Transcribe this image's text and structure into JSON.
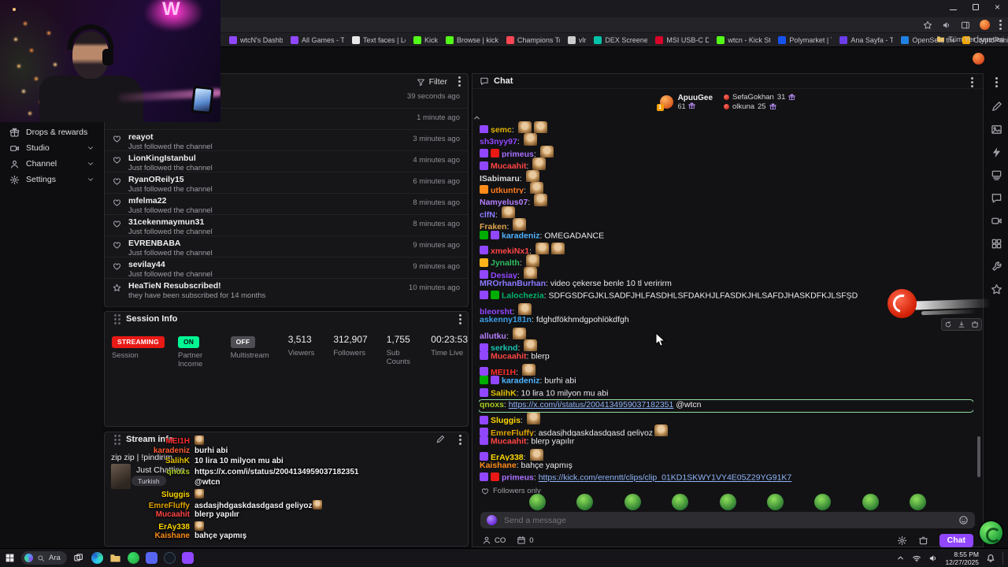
{
  "browser": {
    "bookmarks": {
      "items": [
        {
          "label": "wtcN's Dashboard",
          "color": "#9147ff"
        },
        {
          "label": "All Games - Twitch",
          "color": "#9147ff"
        },
        {
          "label": "Text faces | Lenny fa...",
          "color": "#e8e8e8"
        },
        {
          "label": "Kick",
          "color": "#53fc18"
        },
        {
          "label": "Browse | kick",
          "color": "#53fc18"
        },
        {
          "label": "Champions Tour 20...",
          "color": "#ff4654"
        },
        {
          "label": "vlr",
          "color": "#cccccc"
        },
        {
          "label": "DEX Screener",
          "color": "#00c2a8"
        },
        {
          "label": "MSI USB-C Docking...",
          "color": "#d90429"
        },
        {
          "label": "wtcn - Kick Stats, An...",
          "color": "#53fc18"
        },
        {
          "label": "Polymarket | The W...",
          "color": "#1652f0"
        },
        {
          "label": "Ana Sayfa - TOD",
          "color": "#6c3ce9"
        },
        {
          "label": "OpenSea, the larges...",
          "color": "#2081e2"
        },
        {
          "label": "CryptoPanic - News...",
          "color": "#f0a500"
        }
      ],
      "all_label": "Tüm Yer İşaretleri"
    }
  },
  "dashboard": {
    "sidebar_items": [
      {
        "label": "Drops & rewards",
        "icon": "gift",
        "chevron": false
      },
      {
        "label": "Studio",
        "icon": "camera",
        "chevron": true
      },
      {
        "label": "Channel",
        "icon": "person",
        "chevron": true
      },
      {
        "label": "Settings",
        "icon": "gear",
        "chevron": true
      }
    ],
    "activity": {
      "filter_label": "Filter",
      "items": [
        {
          "user": "",
          "detail": "",
          "time": "39 seconds ago",
          "type": "follow"
        },
        {
          "user": "",
          "detail": "Just followed the channel",
          "time": "1 minute ago",
          "type": "follow"
        },
        {
          "user": "reayot",
          "detail": "Just followed the channel",
          "time": "3 minutes ago",
          "type": "follow"
        },
        {
          "user": "LionKingIstanbul",
          "detail": "Just followed the channel",
          "time": "4 minutes ago",
          "type": "follow"
        },
        {
          "user": "RyanOReily15",
          "detail": "Just followed the channel",
          "time": "6 minutes ago",
          "type": "follow"
        },
        {
          "user": "mfelma22",
          "detail": "Just followed the channel",
          "time": "8 minutes ago",
          "type": "follow"
        },
        {
          "user": "31cekenmaymun31",
          "detail": "Just followed the channel",
          "time": "8 minutes ago",
          "type": "follow"
        },
        {
          "user": "EVRENBABA",
          "detail": "Just followed the channel",
          "time": "9 minutes ago",
          "type": "follow"
        },
        {
          "user": "sevilay44",
          "detail": "Just followed the channel",
          "time": "9 minutes ago",
          "type": "follow"
        },
        {
          "user": "HeaTieN Resubscribed!",
          "detail": "they have been subscribed for 14 months",
          "time": "10 minutes ago",
          "type": "resub"
        }
      ]
    },
    "session": {
      "title": "Session Info",
      "stats": [
        {
          "badge": "STREAMING",
          "badge_bg": "#e91916",
          "badge_color": "#ffffff",
          "label": "Session"
        },
        {
          "badge": "ON",
          "badge_bg": "#00f593",
          "badge_color": "#0e0e10",
          "label": "Partner Income"
        },
        {
          "badge": "OFF",
          "badge_bg": "#4e4e54",
          "badge_color": "#ffffff",
          "label": "Multistream"
        },
        {
          "value": "3,513",
          "label": "Viewers"
        },
        {
          "value": "312,907",
          "label": "Followers"
        },
        {
          "value": "1,755",
          "label": "Sub Counts"
        },
        {
          "value": "00:23:53",
          "label": "Time Live"
        }
      ]
    },
    "stream_info": {
      "title": "Stream info",
      "stream_title": "zip zip | !pindirim",
      "category": "Just Chatting",
      "tags": [
        "Turkish"
      ]
    },
    "right_rail_icons": [
      {
        "icon": "pencil",
        "name": "pencil-icon"
      },
      {
        "icon": "image",
        "name": "image-icon"
      },
      {
        "icon": "bolt",
        "name": "bolt-icon"
      },
      {
        "icon": "layers",
        "name": "layers-icon"
      },
      {
        "icon": "chat",
        "name": "chat-bubble-icon"
      },
      {
        "icon": "camera",
        "name": "camera-icon"
      },
      {
        "icon": "grid",
        "name": "grid-icon"
      },
      {
        "icon": "wrench",
        "name": "wrench-icon"
      },
      {
        "icon": "star",
        "name": "star-icon"
      }
    ]
  },
  "overlay_chat_lines": [
    {
      "name": "MEI1H",
      "color": "#ff2b2b",
      "text": "",
      "emote": true
    },
    {
      "name": "karadeniz",
      "color": "#ff5c33",
      "text": "burhi abi",
      "emote": false
    },
    {
      "name": "SalihK",
      "color": "#e6c200",
      "text": "10 lira 10 milyon mu abi",
      "emote": false
    },
    {
      "name": "qnoxs",
      "color": "#aacc22",
      "text": "https://x.com/i/status/2004134959037182351",
      "emote": false
    },
    {
      "name": "",
      "color": "#ffffff",
      "text": "@wtcn",
      "emote": false
    },
    {
      "name": "Sluggis",
      "color": "#ffd700",
      "text": "",
      "emote": true
    },
    {
      "name": "EmreFluffy",
      "color": "#e0a400",
      "text": "asdasjhdgaskdasdgasd geliyoz",
      "emote": true
    },
    {
      "name": "Mucaahit",
      "color": "#ff4545",
      "text": "blerp yapılır",
      "emote": false
    },
    {
      "name": "ErAy338",
      "color": "#ffd700",
      "text": "",
      "emote": true
    },
    {
      "name": "Kaishane",
      "color": "#ff8c1a",
      "text": "bahçe yapmış",
      "emote": false
    }
  ],
  "chat": {
    "title": "Chat",
    "leaderboard": {
      "rank1": {
        "rank": "1",
        "name": "ApuuGee",
        "value": "61"
      },
      "others": [
        {
          "name": "SefaGokhan",
          "value": "31"
        },
        {
          "name": "olkuna",
          "value": "25"
        }
      ]
    },
    "messages": [
      {
        "badges": [
          "#9147ff"
        ],
        "name": "şemc",
        "color": "#e0b000",
        "text": "",
        "emotes": 2
      },
      {
        "badges": [],
        "name": "sh3nyy97",
        "color": "#9146ff",
        "text": "",
        "emotes": 1
      },
      {
        "badges": [
          "#9147ff",
          "#e91916"
        ],
        "name": "primeus",
        "color": "#a970ff",
        "text": "",
        "emotes": 1
      },
      {
        "badges": [
          "#9147ff"
        ],
        "name": "Mucaahit",
        "color": "#ff4545",
        "text": "",
        "emotes": 1
      },
      {
        "badges": [],
        "name": "ISabimaru",
        "color": "#d8d8d8",
        "text": "",
        "emotes": 1
      },
      {
        "badges": [
          "#ff8c1a"
        ],
        "name": "utkuntry",
        "color": "#ff7a1a",
        "text": "",
        "emotes": 1
      },
      {
        "badges": [],
        "name": "Namyelus07",
        "color": "#b57eff",
        "text": "",
        "emotes": 1
      },
      {
        "badges": [],
        "name": "clfN",
        "color": "#8a7aff",
        "text": "",
        "emotes": 1
      },
      {
        "badges": [],
        "name": "Fraken",
        "color": "#e0a64e",
        "text": "",
        "emotes": 1
      },
      {
        "badges": [
          "#00ad03",
          "#9147ff"
        ],
        "name": "karadeniz",
        "color": "#4fb3ff",
        "text": "OMEGADANCE",
        "emotes": 0
      },
      {
        "badges": [
          "#9147ff"
        ],
        "name": "xmekiNx1",
        "color": "#ff4545",
        "text": "",
        "emotes": 2
      },
      {
        "badges": [
          "#ffb31a"
        ],
        "name": "Jynalth",
        "color": "#2fbc60",
        "text": "",
        "emotes": 1
      },
      {
        "badges": [
          "#9147ff"
        ],
        "name": "Desiay",
        "color": "#9146ff",
        "text": "",
        "emotes": 1
      },
      {
        "badges": [],
        "name": "MROrhanBurhan",
        "color": "#8a7aff",
        "text": "video çekerse benle 10 tl veririrm",
        "emotes": 0
      },
      {
        "badges": [
          "#9147ff",
          "#00ad03"
        ],
        "name": "Lalochezia",
        "color": "#00b36b",
        "text": "SDFGSDFGJKLSADFJHLFASDHLSFDAKHJLFASDKJHLSAFDJHASKDFKJLSFŞD",
        "emotes": 0
      },
      {
        "badges": [],
        "name": "bleorsht",
        "color": "#9146ff",
        "text": "",
        "emotes": 1
      },
      {
        "badges": [],
        "name": "askenny181n",
        "color": "#3c9ee5",
        "text": "fdghdfökhmdgpohlökdfgh",
        "emotes": 0
      },
      {
        "badges": [],
        "name": "allutku",
        "color": "#b57eff",
        "text": "",
        "emotes": 1
      },
      {
        "badges": [
          "#9147ff"
        ],
        "name": "serknd",
        "color": "#17c3b2",
        "text": "",
        "emotes": 1
      },
      {
        "badges": [
          "#9147ff"
        ],
        "name": "Mucaahit",
        "color": "#ff4545",
        "text": "blerp",
        "emotes": 0
      },
      {
        "badges": [
          "#9147ff"
        ],
        "name": "MEI1H",
        "color": "#ff2b2b",
        "text": "",
        "emotes": 1
      },
      {
        "badges": [
          "#00ad03",
          "#9147ff"
        ],
        "name": "karadeniz",
        "color": "#4fb3ff",
        "text": "burhi abi",
        "emotes": 0
      },
      {
        "badges": [
          "#9147ff"
        ],
        "name": "SalihK",
        "color": "#e6c200",
        "text": "10 lira 10 milyon mu abi",
        "emotes": 0
      },
      {
        "badges": [],
        "name": "qnoxs",
        "color": "#aacc22",
        "link": "https://x.com/i/status/2004134959037182351",
        "text2": "@wtcn",
        "highlight": true,
        "emotes": 0
      },
      {
        "badges": [
          "#9147ff"
        ],
        "name": "Sluggis",
        "color": "#ffd700",
        "text": "",
        "emotes": 1
      },
      {
        "badges": [
          "#9147ff"
        ],
        "name": "EmreFluffy",
        "color": "#e0a400",
        "text": "asdasjhdgaskdasdgasd geliyoz",
        "emotes": 1
      },
      {
        "badges": [
          "#9147ff"
        ],
        "name": "Mucaahit",
        "color": "#ff4545",
        "text": "blerp yapılır",
        "emotes": 0
      },
      {
        "badges": [
          "#9147ff"
        ],
        "name": "ErAy338",
        "color": "#ffd700",
        "text": "",
        "emotes": 1
      },
      {
        "badges": [],
        "name": "Kaishane",
        "color": "#ff8c1a",
        "text": "bahçe yapmış",
        "emotes": 0
      },
      {
        "badges": [
          "#9147ff",
          "#e91916"
        ],
        "name": "primeus",
        "color": "#a970ff",
        "link": "https://kick.com/erenntt/clips/clip_01KD1SKWY1VY4E05Z29YG91K7",
        "emotes": 0
      }
    ],
    "followers_only": "Followers only",
    "quick_emotes": [
      {
        "name": "green-circle-emote"
      },
      {
        "name": "green-circle-emote"
      },
      {
        "name": "green-circle-emote"
      },
      {
        "name": "green-circle-emote"
      },
      {
        "name": "green-circle-emote"
      },
      {
        "name": "green-circle-emote"
      },
      {
        "name": "green-circle-emote"
      },
      {
        "name": "green-circle-emote"
      },
      {
        "name": "green-circle-emote"
      }
    ],
    "placeholder": "Send a message",
    "bottom": {
      "left_label": "CO",
      "calendar_count": "0",
      "send_label": "Chat"
    }
  },
  "taskbar": {
    "search_label": "Ara",
    "apps": [
      {
        "name": "edge-icon",
        "type": "edge"
      },
      {
        "name": "file-explorer-icon",
        "type": "folder"
      },
      {
        "name": "green-app-icon",
        "type": "green"
      },
      {
        "name": "discord-icon",
        "type": "discord"
      },
      {
        "name": "steam-icon",
        "type": "steam"
      },
      {
        "name": "purple-app-icon",
        "type": "purple"
      }
    ],
    "clock": {
      "time": "8:55 PM",
      "date": "12/27/2025"
    }
  }
}
